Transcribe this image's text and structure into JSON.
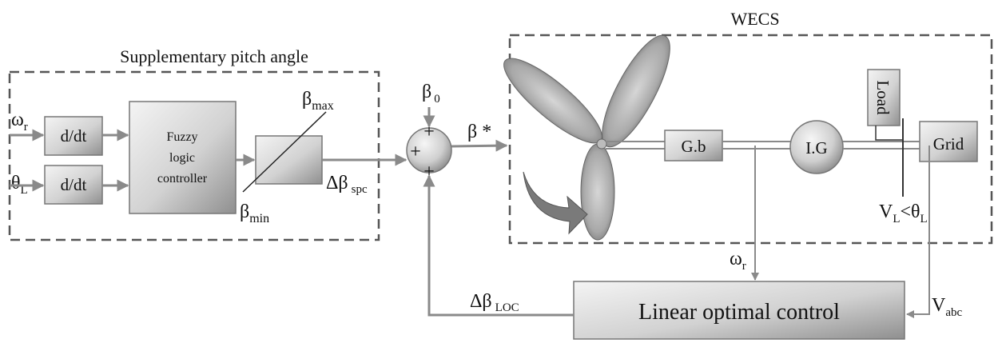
{
  "labels": {
    "wecs": "WECS",
    "supplementary": "Supplementary pitch angle",
    "fuzzy_line1": "Fuzzy",
    "fuzzy_line2": "logic",
    "fuzzy_line3": "controller",
    "ddt": "d/dt",
    "gearbox": "G.b",
    "generator": "I.G",
    "grid": "Grid",
    "load": "Load",
    "loc_block": "Linear optimal control",
    "plus": "+"
  },
  "symbols": {
    "omega": "ω",
    "omega_sub": "r",
    "theta": "θ",
    "theta_sub": "L",
    "beta": "β",
    "beta_max_sub": "max",
    "beta_min_sub": "min",
    "beta0_sub": "0",
    "beta_star": "β *",
    "delta_beta_spc": "Δβ",
    "spc_sub": "spc",
    "delta_beta_loc": "Δβ",
    "loc_sub": "LOC",
    "v": "V",
    "v_sub": "L",
    "lt_theta": "<θ",
    "v_abc_sub": "abc"
  }
}
